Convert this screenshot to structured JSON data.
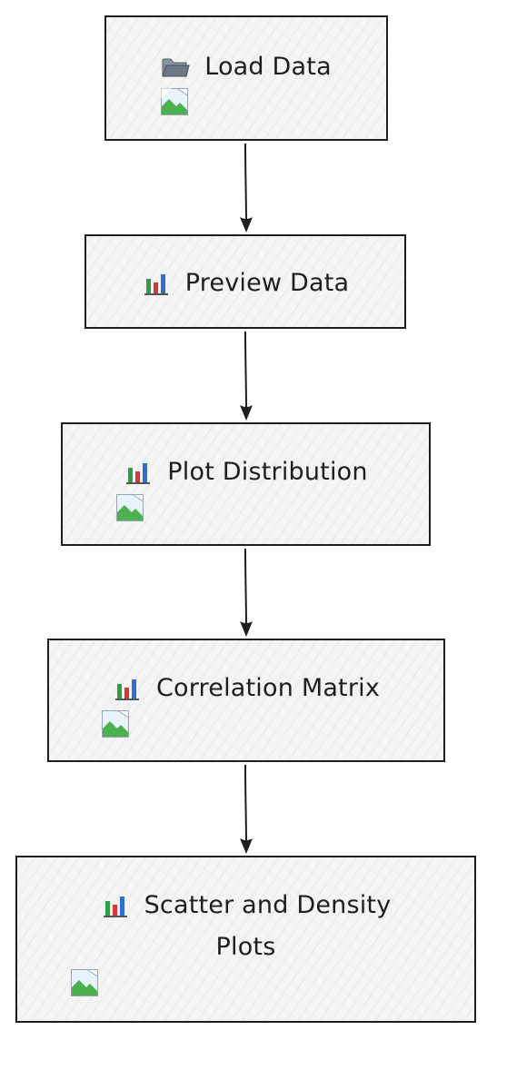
{
  "diagram": {
    "nodes": [
      {
        "id": "load",
        "label": "Load Data",
        "icon": "folder-icon",
        "has_image": true
      },
      {
        "id": "preview",
        "label": "Preview Data",
        "icon": "bar-chart-icon",
        "has_image": false
      },
      {
        "id": "plot",
        "label": "Plot Distribution",
        "icon": "bar-chart-icon",
        "has_image": true
      },
      {
        "id": "corr",
        "label": "Correlation Matrix",
        "icon": "bar-chart-icon",
        "has_image": true
      },
      {
        "id": "scatter",
        "label_line1": "Scatter and Density",
        "label_line2": "Plots",
        "icon": "bar-chart-icon",
        "has_image": true
      }
    ],
    "edges": [
      {
        "from": "load",
        "to": "preview"
      },
      {
        "from": "preview",
        "to": "plot"
      },
      {
        "from": "plot",
        "to": "corr"
      },
      {
        "from": "corr",
        "to": "scatter"
      }
    ],
    "colors": {
      "stroke": "#1e1e1e",
      "fill": "#f4f4f4",
      "chart_red": "#d9363e",
      "chart_green": "#2e9e44",
      "chart_blue": "#2e6fd0",
      "folder": "#6b7785",
      "image_green": "#4caf50",
      "image_sky": "#cfe8f7"
    }
  }
}
